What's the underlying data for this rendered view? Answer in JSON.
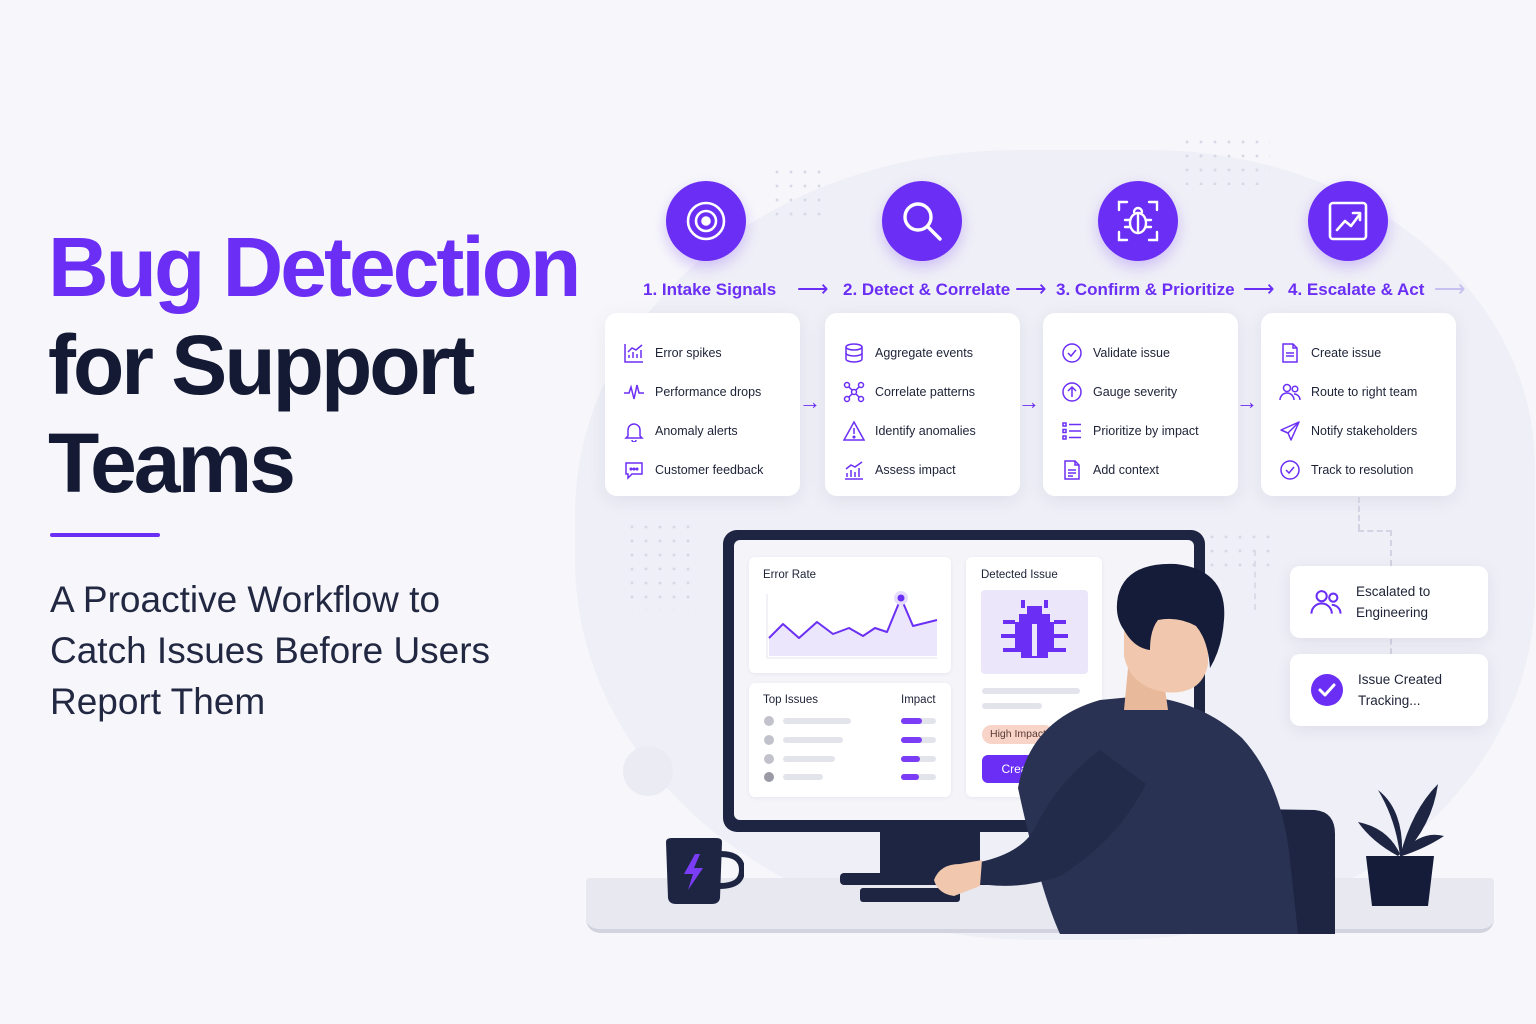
{
  "headline": {
    "line1": "Bug Detection",
    "line2": "for Support",
    "line3": "Teams"
  },
  "subtitle": {
    "line1": "A Proactive Workflow to",
    "line2": "Catch Issues Before Users",
    "line3": "Report Them"
  },
  "colors": {
    "accent": "#6b2ef5",
    "dark": "#141a33",
    "background": "#f7f7fb",
    "monitor": "#1e2543",
    "badge": "#f7d3c8"
  },
  "steps": [
    {
      "title": "1. Intake Signals",
      "icon": "target-icon",
      "items": [
        {
          "label": "Error spikes",
          "icon": "bar-chart-icon"
        },
        {
          "label": "Performance drops",
          "icon": "pulse-icon"
        },
        {
          "label": "Anomaly alerts",
          "icon": "bell-icon"
        },
        {
          "label": "Customer feedback",
          "icon": "chat-icon"
        }
      ]
    },
    {
      "title": "2. Detect & Correlate",
      "icon": "search-icon",
      "items": [
        {
          "label": "Aggregate events",
          "icon": "database-icon"
        },
        {
          "label": "Correlate patterns",
          "icon": "network-icon"
        },
        {
          "label": "Identify anomalies",
          "icon": "warning-icon"
        },
        {
          "label": "Assess impact",
          "icon": "bar-chart-icon"
        }
      ]
    },
    {
      "title": "3. Confirm & Prioritize",
      "icon": "bug-scan-icon",
      "items": [
        {
          "label": "Validate issue",
          "icon": "check-circle-icon"
        },
        {
          "label": "Gauge severity",
          "icon": "arrow-up-circle-icon"
        },
        {
          "label": "Prioritize by impact",
          "icon": "list-icon"
        },
        {
          "label": "Add context",
          "icon": "document-icon"
        }
      ]
    },
    {
      "title": "4. Escalate & Act",
      "icon": "trend-chart-icon",
      "items": [
        {
          "label": "Create issue",
          "icon": "document-icon"
        },
        {
          "label": "Route to right team",
          "icon": "users-icon"
        },
        {
          "label": "Notify stakeholders",
          "icon": "send-icon"
        },
        {
          "label": "Track to resolution",
          "icon": "check-circle-icon"
        }
      ]
    }
  ],
  "status_cards": [
    {
      "line1": "Escalated to",
      "line2": "Engineering",
      "icon": "users-icon"
    },
    {
      "line1": "Issue Created",
      "line2": "Tracking...",
      "icon": "check-circle-icon"
    }
  ],
  "screen": {
    "error_rate_label": "Error Rate",
    "detected_issue_label": "Detected Issue",
    "top_issues_label": "Top Issues",
    "impact_label": "Impact",
    "badge": "High Impact",
    "button": "Create Issue",
    "impact_levels": [
      0.6,
      0.6,
      0.55,
      0.5
    ]
  }
}
